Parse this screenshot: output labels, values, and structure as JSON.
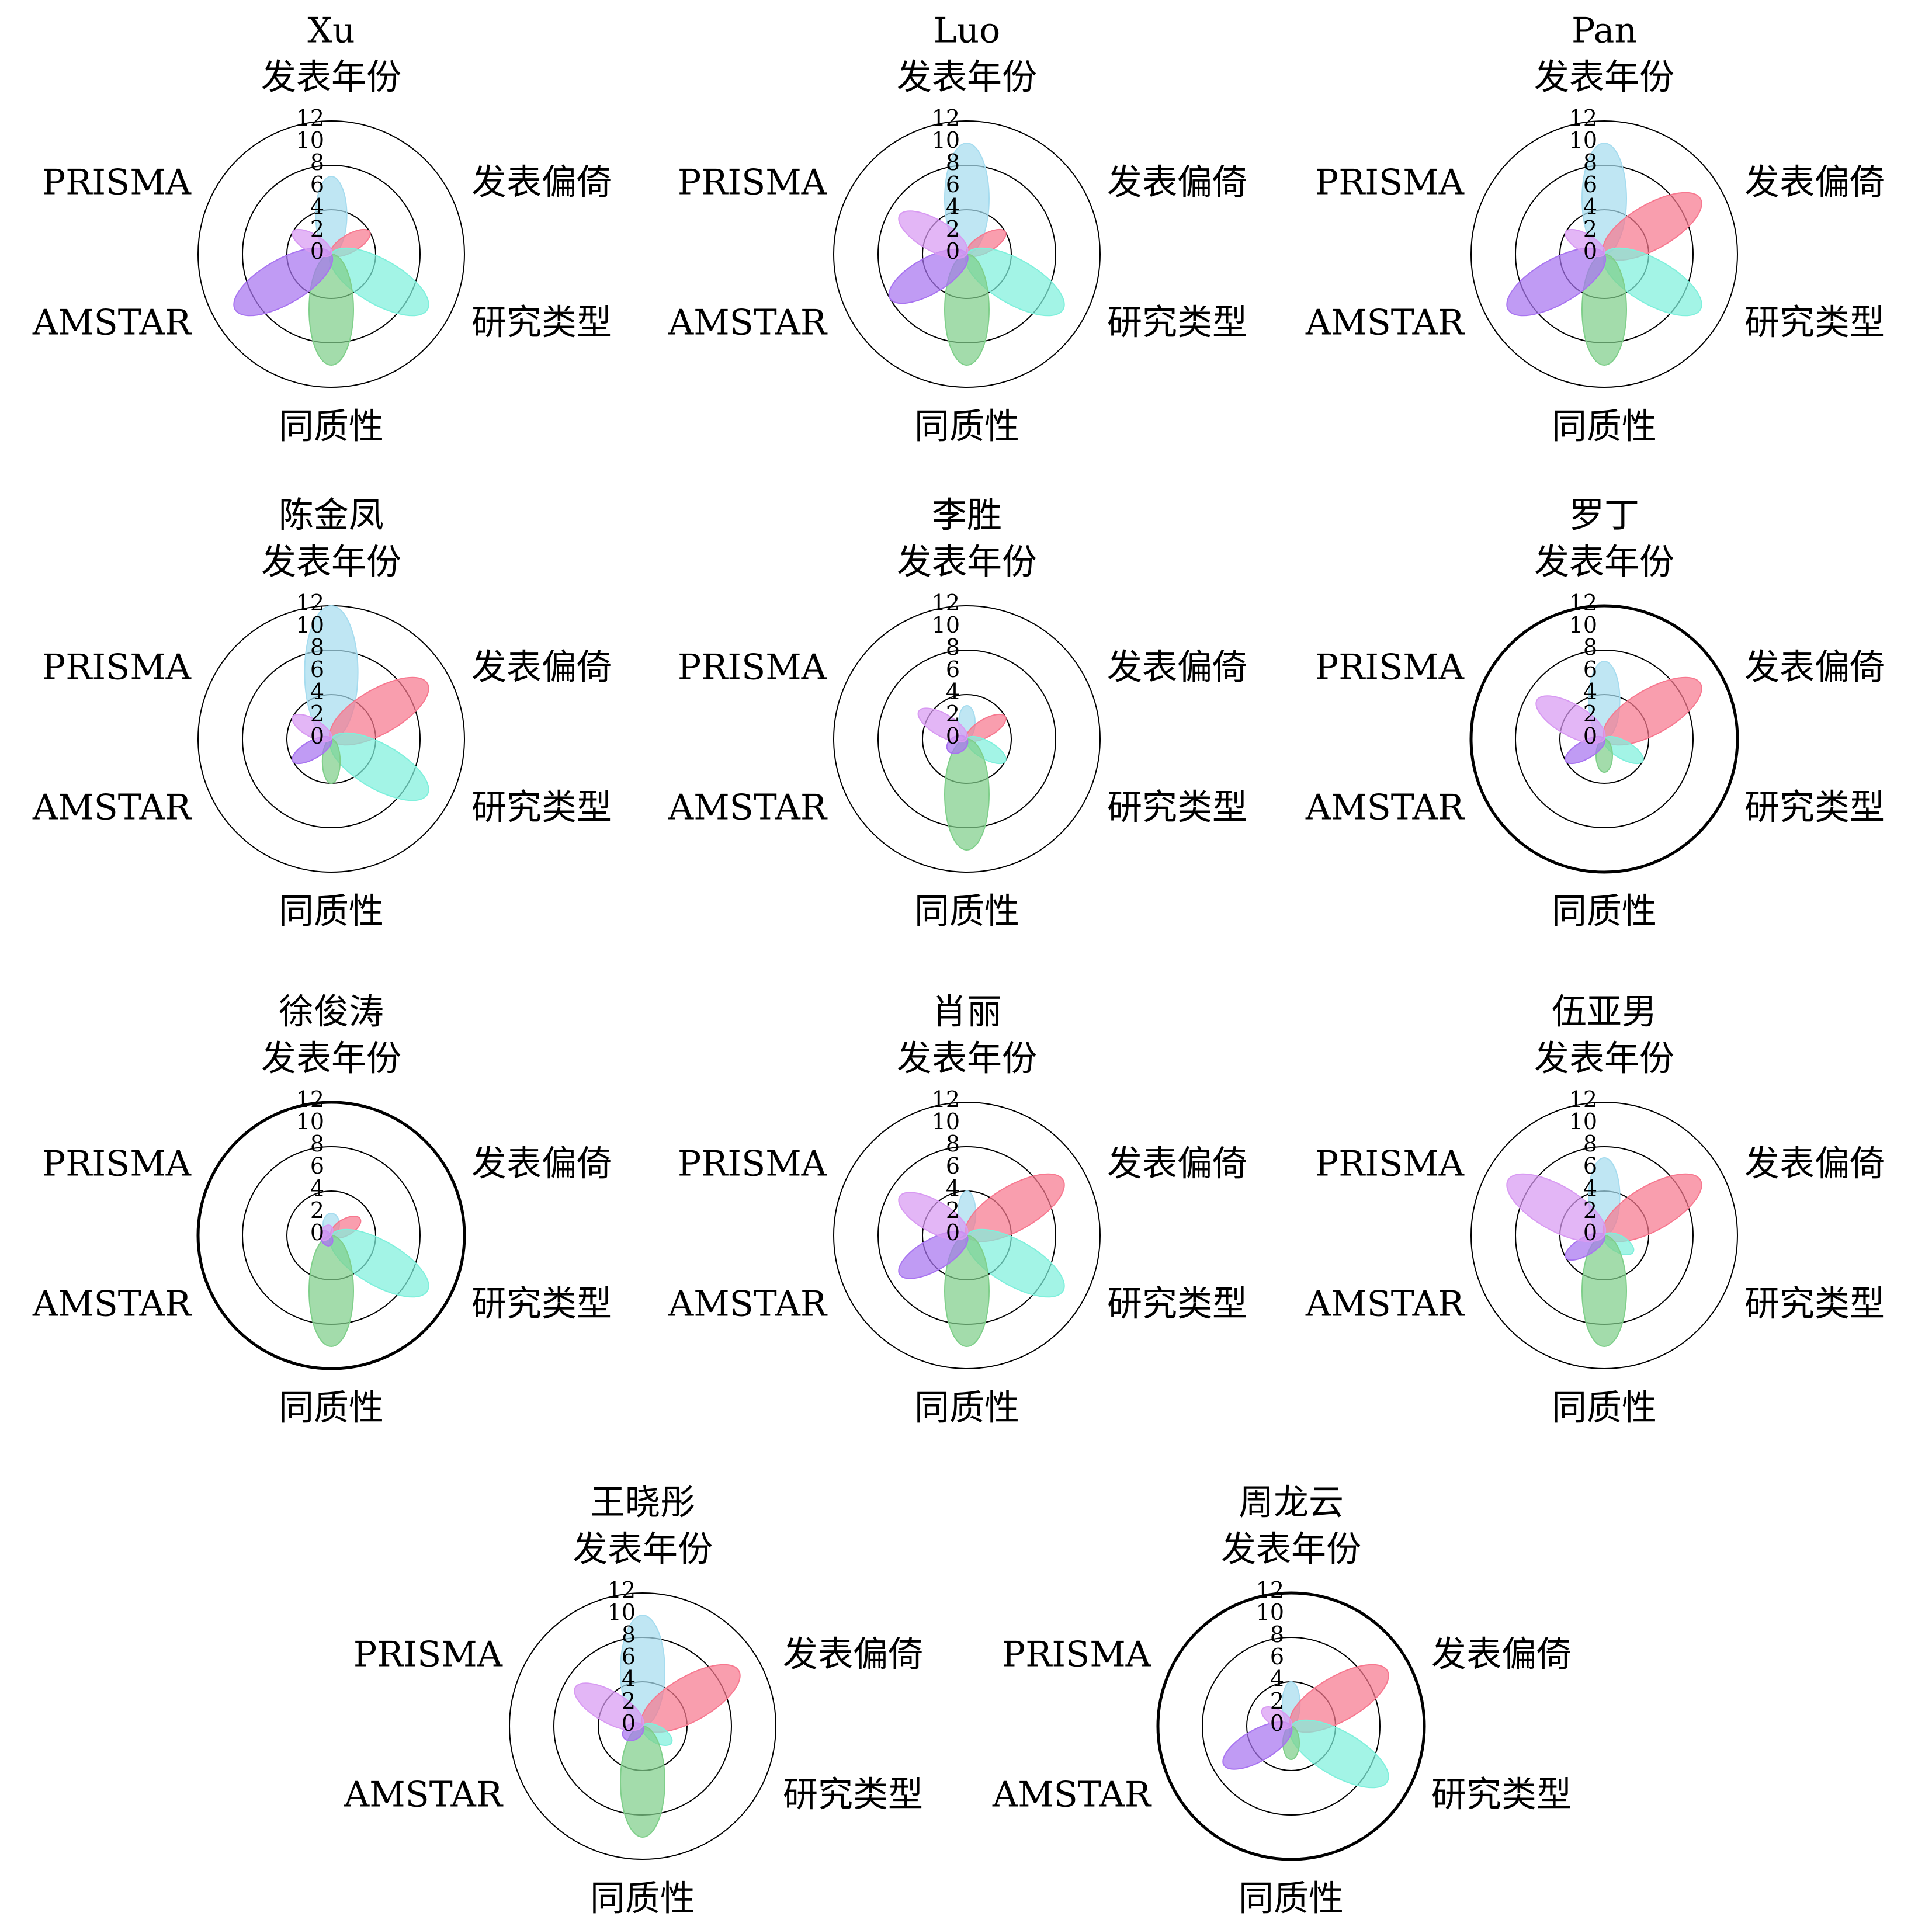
{
  "axis_labels": [
    "发表年份",
    "发表偏倚",
    "研究类型",
    "同质性",
    "AMSTAR",
    "PRISMA"
  ],
  "radial_ticks": [
    "0",
    "2",
    "4",
    "6",
    "8",
    "10",
    "12"
  ],
  "colors": {
    "发表年份": "#a6dcef",
    "发表偏倚": "#f7788f",
    "研究类型": "#7ff0dc",
    "同质性": "#7fcf8a",
    "AMSTAR": "#a874f0",
    "PRISMA": "#d89af2"
  },
  "chart_data": [
    {
      "type": "polar-bar",
      "title": "Xu",
      "rmax": 12,
      "bold_outer_ring": false,
      "categories": [
        "发表年份",
        "发表偏倚",
        "研究类型",
        "同质性",
        "AMSTAR",
        "PRISMA"
      ],
      "values": [
        7,
        4,
        10,
        10,
        10,
        4
      ]
    },
    {
      "type": "polar-bar",
      "title": "Luo",
      "rmax": 12,
      "bold_outer_ring": false,
      "categories": [
        "发表年份",
        "发表偏倚",
        "研究类型",
        "同质性",
        "AMSTAR",
        "PRISMA"
      ],
      "values": [
        10,
        4,
        10,
        10,
        8,
        7
      ]
    },
    {
      "type": "polar-bar",
      "title": "Pan",
      "rmax": 12,
      "bold_outer_ring": false,
      "categories": [
        "发表年份",
        "发表偏倚",
        "研究类型",
        "同质性",
        "AMSTAR",
        "PRISMA"
      ],
      "values": [
        10,
        10,
        10,
        10,
        10,
        4
      ]
    },
    {
      "type": "polar-bar",
      "title": "陈金凤",
      "rmax": 12,
      "bold_outer_ring": false,
      "categories": [
        "发表年份",
        "发表偏倚",
        "研究类型",
        "同质性",
        "AMSTAR",
        "PRISMA"
      ],
      "values": [
        12,
        10,
        10,
        4,
        4,
        4
      ]
    },
    {
      "type": "polar-bar",
      "title": "李胜",
      "rmax": 12,
      "bold_outer_ring": false,
      "categories": [
        "发表年份",
        "发表偏倚",
        "研究类型",
        "同质性",
        "AMSTAR",
        "PRISMA"
      ],
      "values": [
        3,
        4,
        4,
        10,
        2,
        5
      ]
    },
    {
      "type": "polar-bar",
      "title": "罗丁",
      "rmax": 12,
      "bold_outer_ring": true,
      "categories": [
        "发表年份",
        "发表偏倚",
        "研究类型",
        "同质性",
        "AMSTAR",
        "PRISMA"
      ],
      "values": [
        7,
        10,
        4,
        3,
        4,
        7
      ]
    },
    {
      "type": "polar-bar",
      "title": "徐俊涛",
      "rmax": 12,
      "bold_outer_ring": true,
      "categories": [
        "发表年份",
        "发表偏倚",
        "研究类型",
        "同质性",
        "AMSTAR",
        "PRISMA"
      ],
      "values": [
        2,
        3,
        10,
        10,
        1,
        1
      ]
    },
    {
      "type": "polar-bar",
      "title": "肖丽",
      "rmax": 12,
      "bold_outer_ring": false,
      "categories": [
        "发表年份",
        "发表偏倚",
        "研究类型",
        "同质性",
        "AMSTAR",
        "PRISMA"
      ],
      "values": [
        4,
        10,
        10,
        10,
        7,
        7
      ]
    },
    {
      "type": "polar-bar",
      "title": "伍亚男",
      "rmax": 12,
      "bold_outer_ring": false,
      "categories": [
        "发表年份",
        "发表偏倚",
        "研究类型",
        "同质性",
        "AMSTAR",
        "PRISMA"
      ],
      "values": [
        7,
        10,
        3,
        10,
        4,
        10
      ]
    },
    {
      "type": "polar-bar",
      "title": "王晓彤",
      "rmax": 12,
      "bold_outer_ring": false,
      "categories": [
        "发表年份",
        "发表偏倚",
        "研究类型",
        "同质性",
        "AMSTAR",
        "PRISMA"
      ],
      "values": [
        10,
        10,
        3,
        10,
        2,
        7
      ]
    },
    {
      "type": "polar-bar",
      "title": "周龙云",
      "rmax": 12,
      "bold_outer_ring": true,
      "categories": [
        "发表年份",
        "发表偏倚",
        "研究类型",
        "同质性",
        "AMSTAR",
        "PRISMA"
      ],
      "values": [
        4,
        10,
        10,
        3,
        7,
        3
      ]
    }
  ]
}
